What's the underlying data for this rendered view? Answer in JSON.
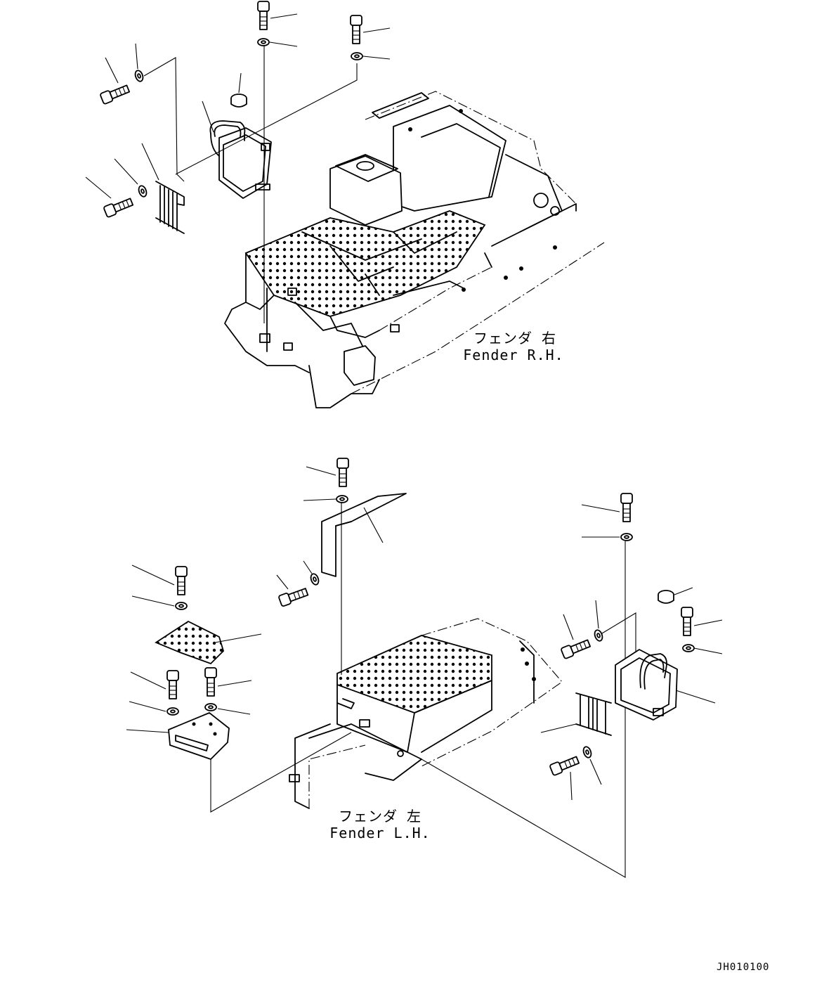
{
  "labels": {
    "fender_rh_jp": "フェンダ 右",
    "fender_rh_en": "Fender R.H.",
    "fender_lh_jp": "フェンダ 左",
    "fender_lh_en": "Fender L.H."
  },
  "drawing_code": "JH010100"
}
